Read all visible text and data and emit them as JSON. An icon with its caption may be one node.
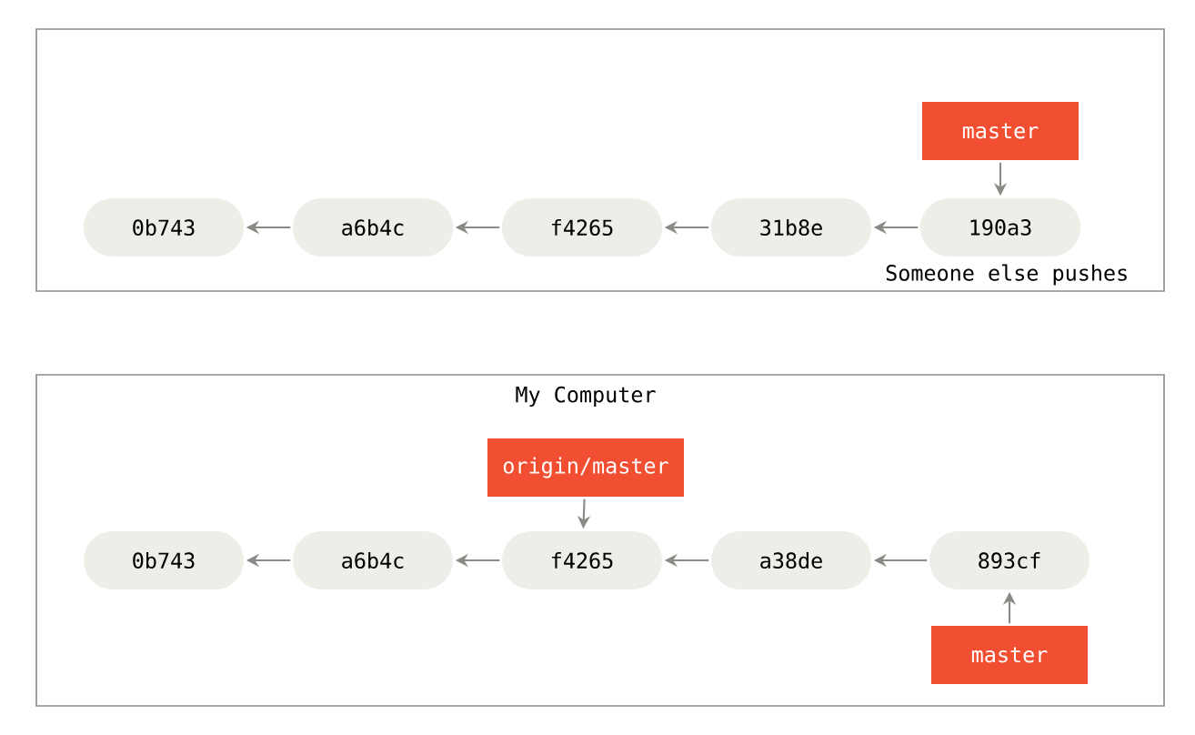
{
  "diagram": {
    "nodes": [
      {
        "text": [],
        "shape": "box"
      },
      {
        "text": [
          "0b743"
        ],
        "in": 0
      },
      {
        "text": [
          "a6b4c"
        ],
        "in": 0
      },
      {
        "text": [
          "f4265"
        ],
        "in": 0
      },
      {
        "text": [
          "31b8e"
        ],
        "in": 0
      },
      {
        "text": [
          "190a3"
        ],
        "in": 0
      },
      {
        "text": [
          "master"
        ],
        "in": 0
      },
      {
        "text": [
          "My Computer"
        ]
      },
      {
        "text": [
          "0b743"
        ],
        "in": 7
      },
      {
        "text": [
          "a6b4c"
        ],
        "in": 7
      },
      {
        "text": [
          "f4265"
        ],
        "in": 7
      },
      {
        "text": [
          "a38de"
        ],
        "in": 7
      },
      {
        "text": [
          "893cf"
        ],
        "in": 7
      },
      {
        "text": [
          "origin/master"
        ],
        "in": 7
      },
      {
        "text": [
          "master"
        ],
        "in": 7
      }
    ],
    "edges": [
      {
        "from": 2,
        "to": 1,
        "arrow": "to"
      },
      {
        "from": 3,
        "to": 2,
        "arrow": "to"
      },
      {
        "from": 4,
        "to": 3,
        "arrow": "to"
      },
      {
        "from": 5,
        "to": 4,
        "arrow": "to"
      },
      {
        "from": 6,
        "to": 5,
        "arrow": "to"
      },
      {
        "from": 9,
        "to": 8,
        "arrow": "to"
      },
      {
        "from": 10,
        "to": 9,
        "arrow": "to"
      },
      {
        "from": 11,
        "to": 10,
        "arrow": "to"
      },
      {
        "from": 12,
        "to": 11,
        "arrow": "to"
      },
      {
        "from": 13,
        "to": 10,
        "arrow": "to"
      },
      {
        "from": 14,
        "to": 12,
        "arrow": "to"
      }
    ],
    "labels": [
      "Someone else pushes"
    ]
  }
}
